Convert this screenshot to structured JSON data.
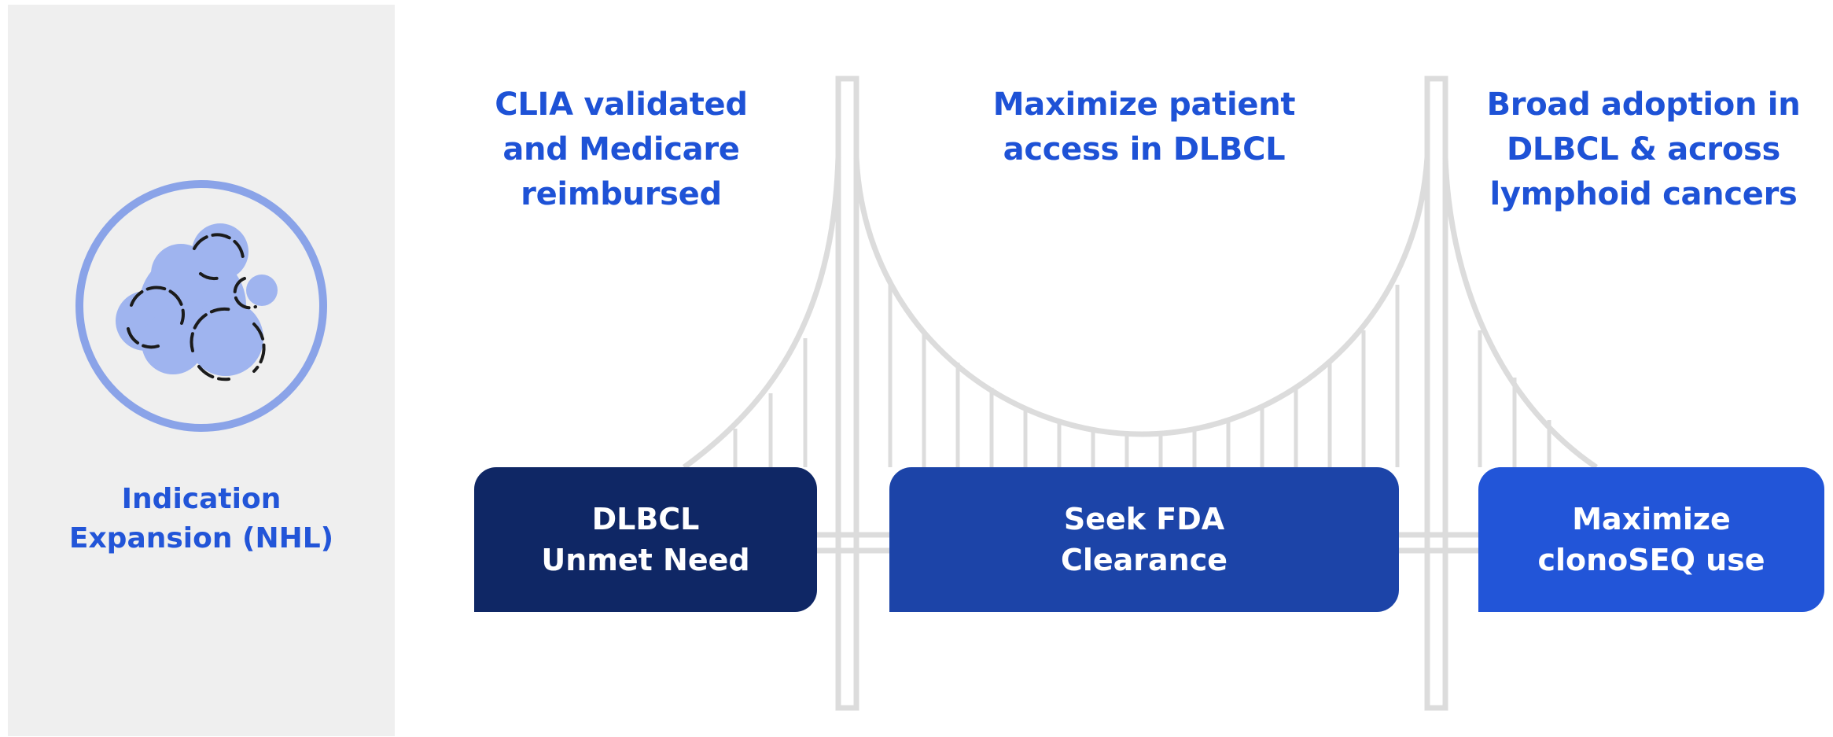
{
  "side_panel": {
    "label_line1": "Indication",
    "label_line2": "Expansion (NHL)"
  },
  "headings": [
    {
      "lines": [
        "CLIA validated",
        "and Medicare",
        "reimbursed"
      ]
    },
    {
      "lines": [
        "Maximize patient",
        "access in DLBCL"
      ]
    },
    {
      "lines": [
        "Broad adoption in",
        "DLBCL & across",
        "lymphoid cancers"
      ]
    }
  ],
  "steps": [
    {
      "line1": "DLBCL",
      "line2": "Unmet Need",
      "color": "#0f2765"
    },
    {
      "line1": "Seek FDA",
      "line2": "Clearance",
      "color": "#1c44a8"
    },
    {
      "line1": "Maximize",
      "line2": "clonoSEQ use",
      "color": "#2255d8"
    }
  ],
  "colors": {
    "accent": "#2255d8",
    "panel": "#efefef",
    "cell_fill": "#9fb4ef",
    "circle_stroke": "#8aa3e8",
    "bridge": "#dcdcdc"
  },
  "icons": [
    "cell-cluster-icon",
    "suspension-bridge-illustration"
  ]
}
